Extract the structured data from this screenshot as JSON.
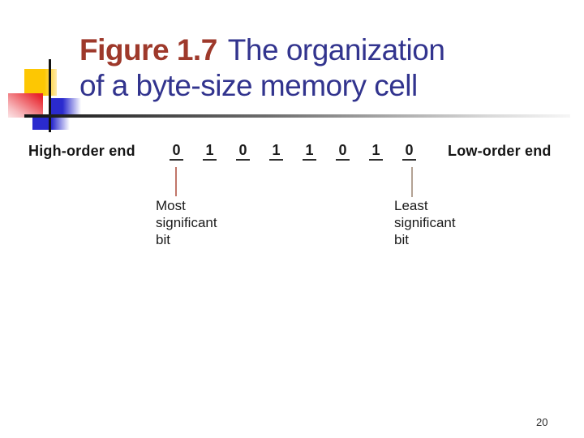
{
  "slide": {
    "title": {
      "figure_label": "Figure 1.7",
      "line1_rest": "The organization",
      "line2": "of a byte-size memory cell"
    },
    "page_number": "20"
  },
  "diagram": {
    "high_order_label": "High-order end",
    "low_order_label": "Low-order end",
    "bits": [
      "0",
      "1",
      "0",
      "1",
      "1",
      "0",
      "1",
      "0"
    ],
    "msb_caption_lines": [
      "Most",
      "significant",
      "bit"
    ],
    "lsb_caption_lines": [
      "Least",
      "significant",
      "bit"
    ]
  },
  "colors": {
    "figure_label_red": "#9e392b",
    "title_navy": "#32348e",
    "deco_yellow": "#fdc703",
    "deco_red": "#e8242c",
    "deco_blue": "#2a2ace",
    "msb_connector_line": "#c1766a",
    "lsb_connector_line": "#b3a294"
  }
}
